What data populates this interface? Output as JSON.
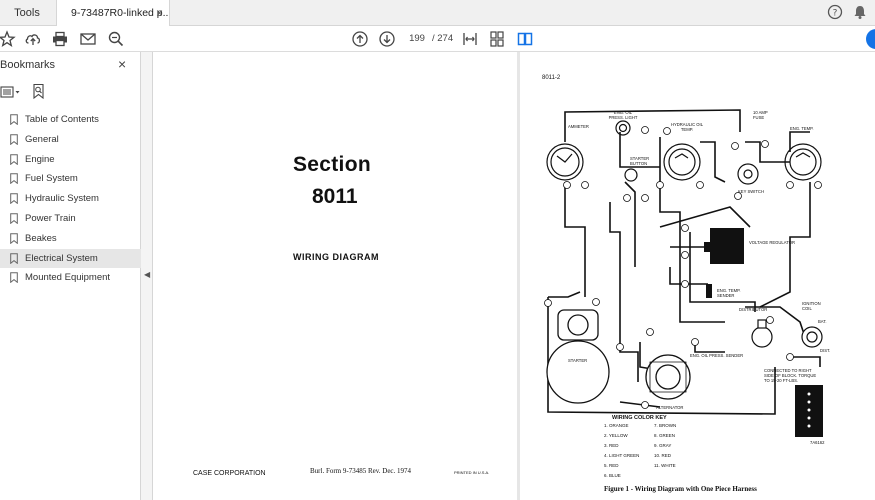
{
  "tabs": {
    "tools": "Tools",
    "document": "9-73487R0-linked p...",
    "close": "×"
  },
  "toolbar": {
    "current_page": "199",
    "total_pages": "/ 274"
  },
  "sidebar": {
    "title": "Bookmarks",
    "close": "×",
    "items": [
      {
        "label": "Table of Contents"
      },
      {
        "label": "General"
      },
      {
        "label": "Engine"
      },
      {
        "label": "Fuel System"
      },
      {
        "label": "Hydraulic System"
      },
      {
        "label": "Power Train"
      },
      {
        "label": "Beakes"
      },
      {
        "label": "Electrical System",
        "selected": true
      },
      {
        "label": "Mounted Equipment"
      }
    ]
  },
  "page_left": {
    "title": "Section",
    "number": "8011",
    "subtitle": "WIRING DIAGRAM",
    "footer_company": "CASE CORPORATION",
    "footer_form": "Burl. Form 9-73485   Rev. Dec. 1974",
    "footer_print": "PRINTED IN U.S.A."
  },
  "page_right": {
    "page_ref": "8011-2",
    "caption": "Figure 1 - Wiring Diagram with One Piece Harness",
    "labels": {
      "ammeter": "AMMETER",
      "oil_light": "ENG. OIL PRESS. LIGHT",
      "hyd_temp": "HYDRAULIC OIL TEMP.",
      "fuse": "10 AMP FUSE",
      "eng_temp": "ENG. TEMP.",
      "starter_button": "STARTER BUTTON",
      "key_switch": "KEY SWITCH",
      "voltage_regulator": "VOLTAGE REGULATOR",
      "temp_sender": "ENG. TEMP. SENDER",
      "ignition_coil": "IGNITION COIL",
      "distributor": "DISTRIBUTOR",
      "bat": "BAT.",
      "dist": "DIST.",
      "starter": "STARTER",
      "oil_sender": "ENG. OIL PRESS. SENDER",
      "alternator": "ALTERNATOR",
      "connected": "CONNECTED TO RIGHT SIDE OF BLOCK.  TORQUE TO 15-20 FT-LBS.",
      "part_no": "7A6162"
    },
    "color_key_title": "WIRING COLOR KEY",
    "color_key": [
      "1.  ORANGE",
      "2.  YELLOW",
      "3.  RED",
      "4.  LIGHT GREEN",
      "5.  RED",
      "6.  BLUE",
      "7.  BROWN",
      "8.  GREEN",
      "9.  GRAY",
      "10.  RED",
      "11.  WHITE"
    ]
  }
}
